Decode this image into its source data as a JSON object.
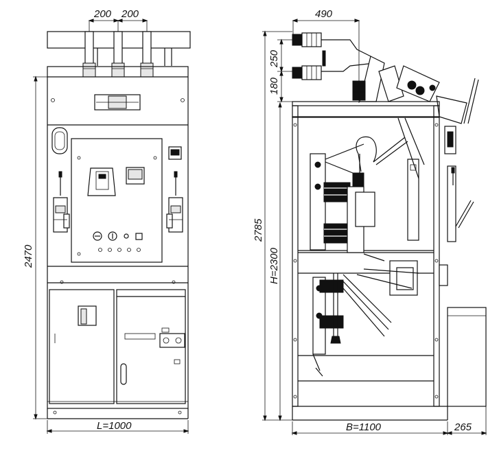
{
  "front_view": {
    "dim_top_left": "200",
    "dim_top_right": "200",
    "dim_height": "2470",
    "dim_width": "L=1000"
  },
  "side_view": {
    "dim_top": "490",
    "dim_upper_1": "250",
    "dim_upper_2": "180",
    "dim_total_height": "2785",
    "dim_body_height": "H=2300",
    "dim_depth": "B=1100",
    "dim_extension": "265"
  }
}
